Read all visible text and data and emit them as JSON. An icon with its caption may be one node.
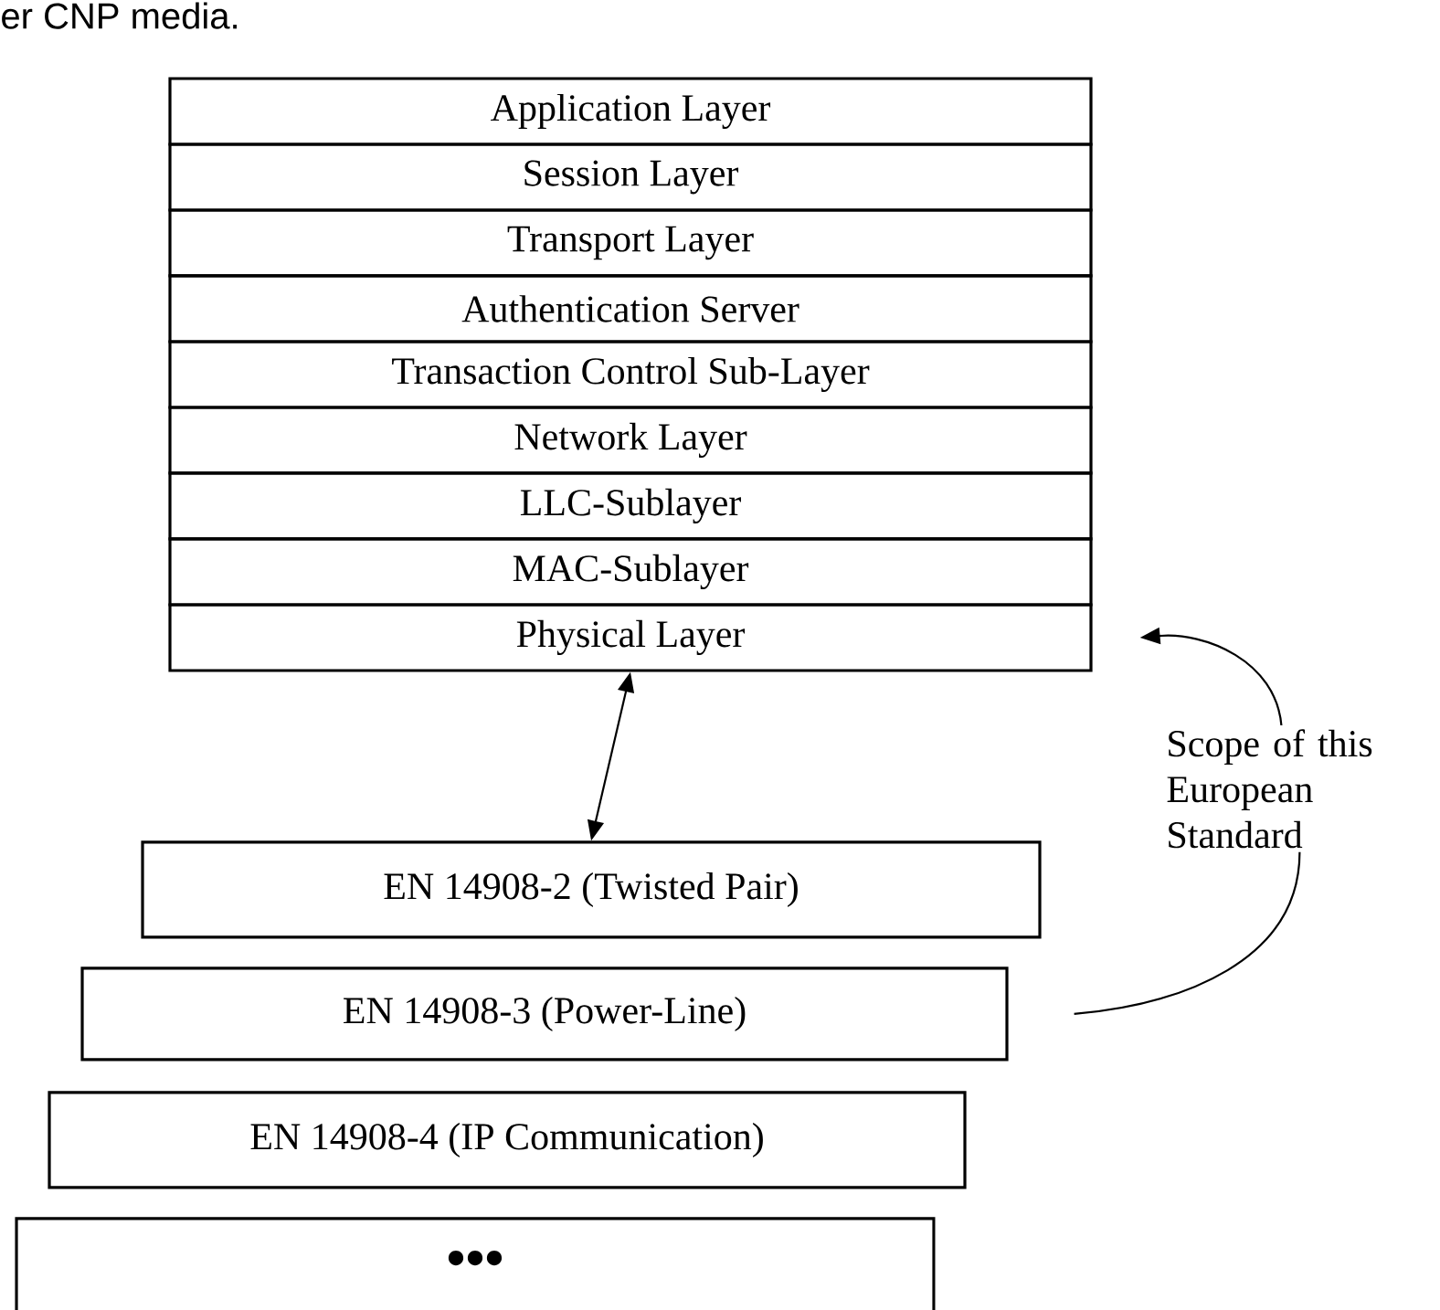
{
  "diagram": {
    "nodes": [
      {
        "text": [
          "Application Layer"
        ]
      },
      {
        "text": [
          "Session Layer"
        ]
      },
      {
        "text": [
          "Transport Layer"
        ]
      },
      {
        "text": [
          "Authentication Server"
        ]
      },
      {
        "text": [
          "Transaction Control Sub-Layer"
        ]
      },
      {
        "text": [
          "Network Layer"
        ]
      },
      {
        "text": [
          "LLC-Sublayer"
        ]
      },
      {
        "text": [
          "MAC-Sublayer"
        ]
      },
      {
        "text": [
          "Physical Layer"
        ]
      },
      {
        "text": [
          "EN 14908-2 (Twisted Pair)"
        ]
      },
      {
        "text": [
          "EN 14908-3 (Power-Line)"
        ]
      },
      {
        "text": [
          "EN 14908-4 (IP Communication)"
        ]
      },
      {
        "text": [
          "•••"
        ]
      },
      {
        "text": [
          "Scope of this European Standard"
        ]
      }
    ],
    "edges": [
      {
        "from": 8,
        "to": 9,
        "arrow": "both"
      },
      {
        "from": 13,
        "to": 8,
        "arrow": "to"
      },
      {
        "from": 13,
        "to": 10,
        "arrow": "none"
      }
    ],
    "labels": [
      "er CNP media."
    ]
  }
}
